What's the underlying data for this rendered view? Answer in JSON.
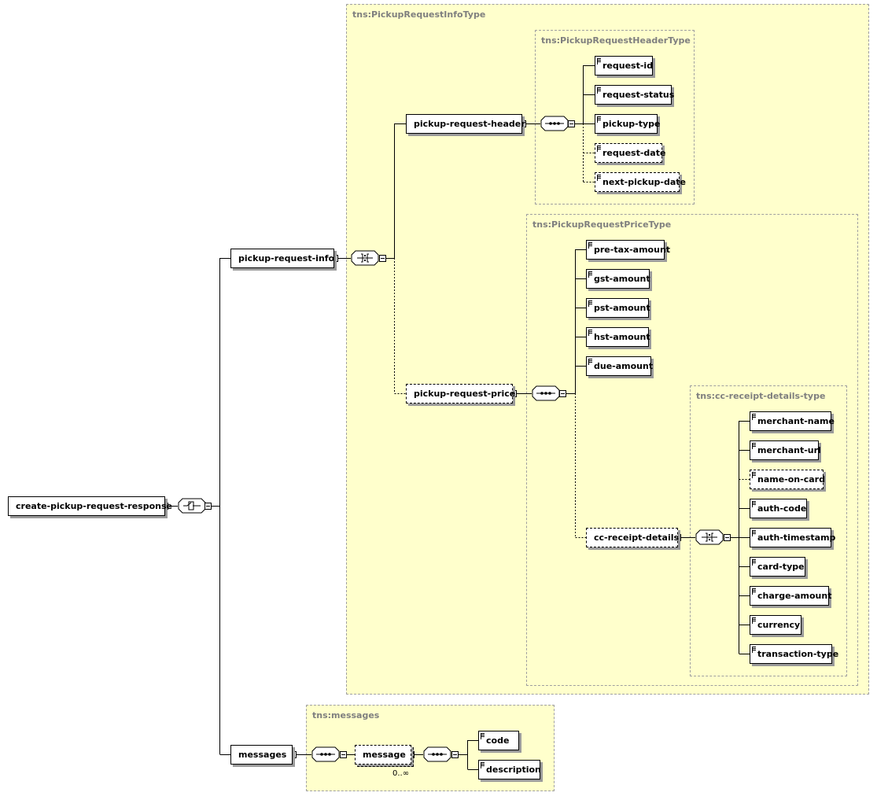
{
  "groups": {
    "info": "tns:PickupRequestInfoType",
    "header": "tns:PickupRequestHeaderType",
    "price": "tns:PickupRequestPriceType",
    "cc": "tns:cc-receipt-details-type",
    "messages": "tns:messages"
  },
  "nodes": {
    "root": "create-pickup-request-response",
    "info": "pickup-request-info",
    "messages": "messages",
    "header": "pickup-request-header",
    "price": "pickup-request-price",
    "request_id": "request-id",
    "request_status": "request-status",
    "pickup_type": "pickup-type",
    "request_date": "request-date",
    "next_pickup_date": "next-pickup-date",
    "pre_tax_amount": "pre-tax-amount",
    "gst_amount": "gst-amount",
    "pst_amount": "pst-amount",
    "hst_amount": "hst-amount",
    "due_amount": "due-amount",
    "cc_receipt_details": "cc-receipt-details",
    "merchant_name": "merchant-name",
    "merchant_url": "merchant-url",
    "name_on_card": "name-on-card",
    "auth_code": "auth-code",
    "auth_timestamp": "auth-timestamp",
    "card_type": "card-type",
    "charge_amount": "charge-amount",
    "currency": "currency",
    "transaction_type": "transaction-type",
    "message": "message",
    "code": "code",
    "description": "description"
  },
  "multiplicity": {
    "message": "0..∞"
  }
}
